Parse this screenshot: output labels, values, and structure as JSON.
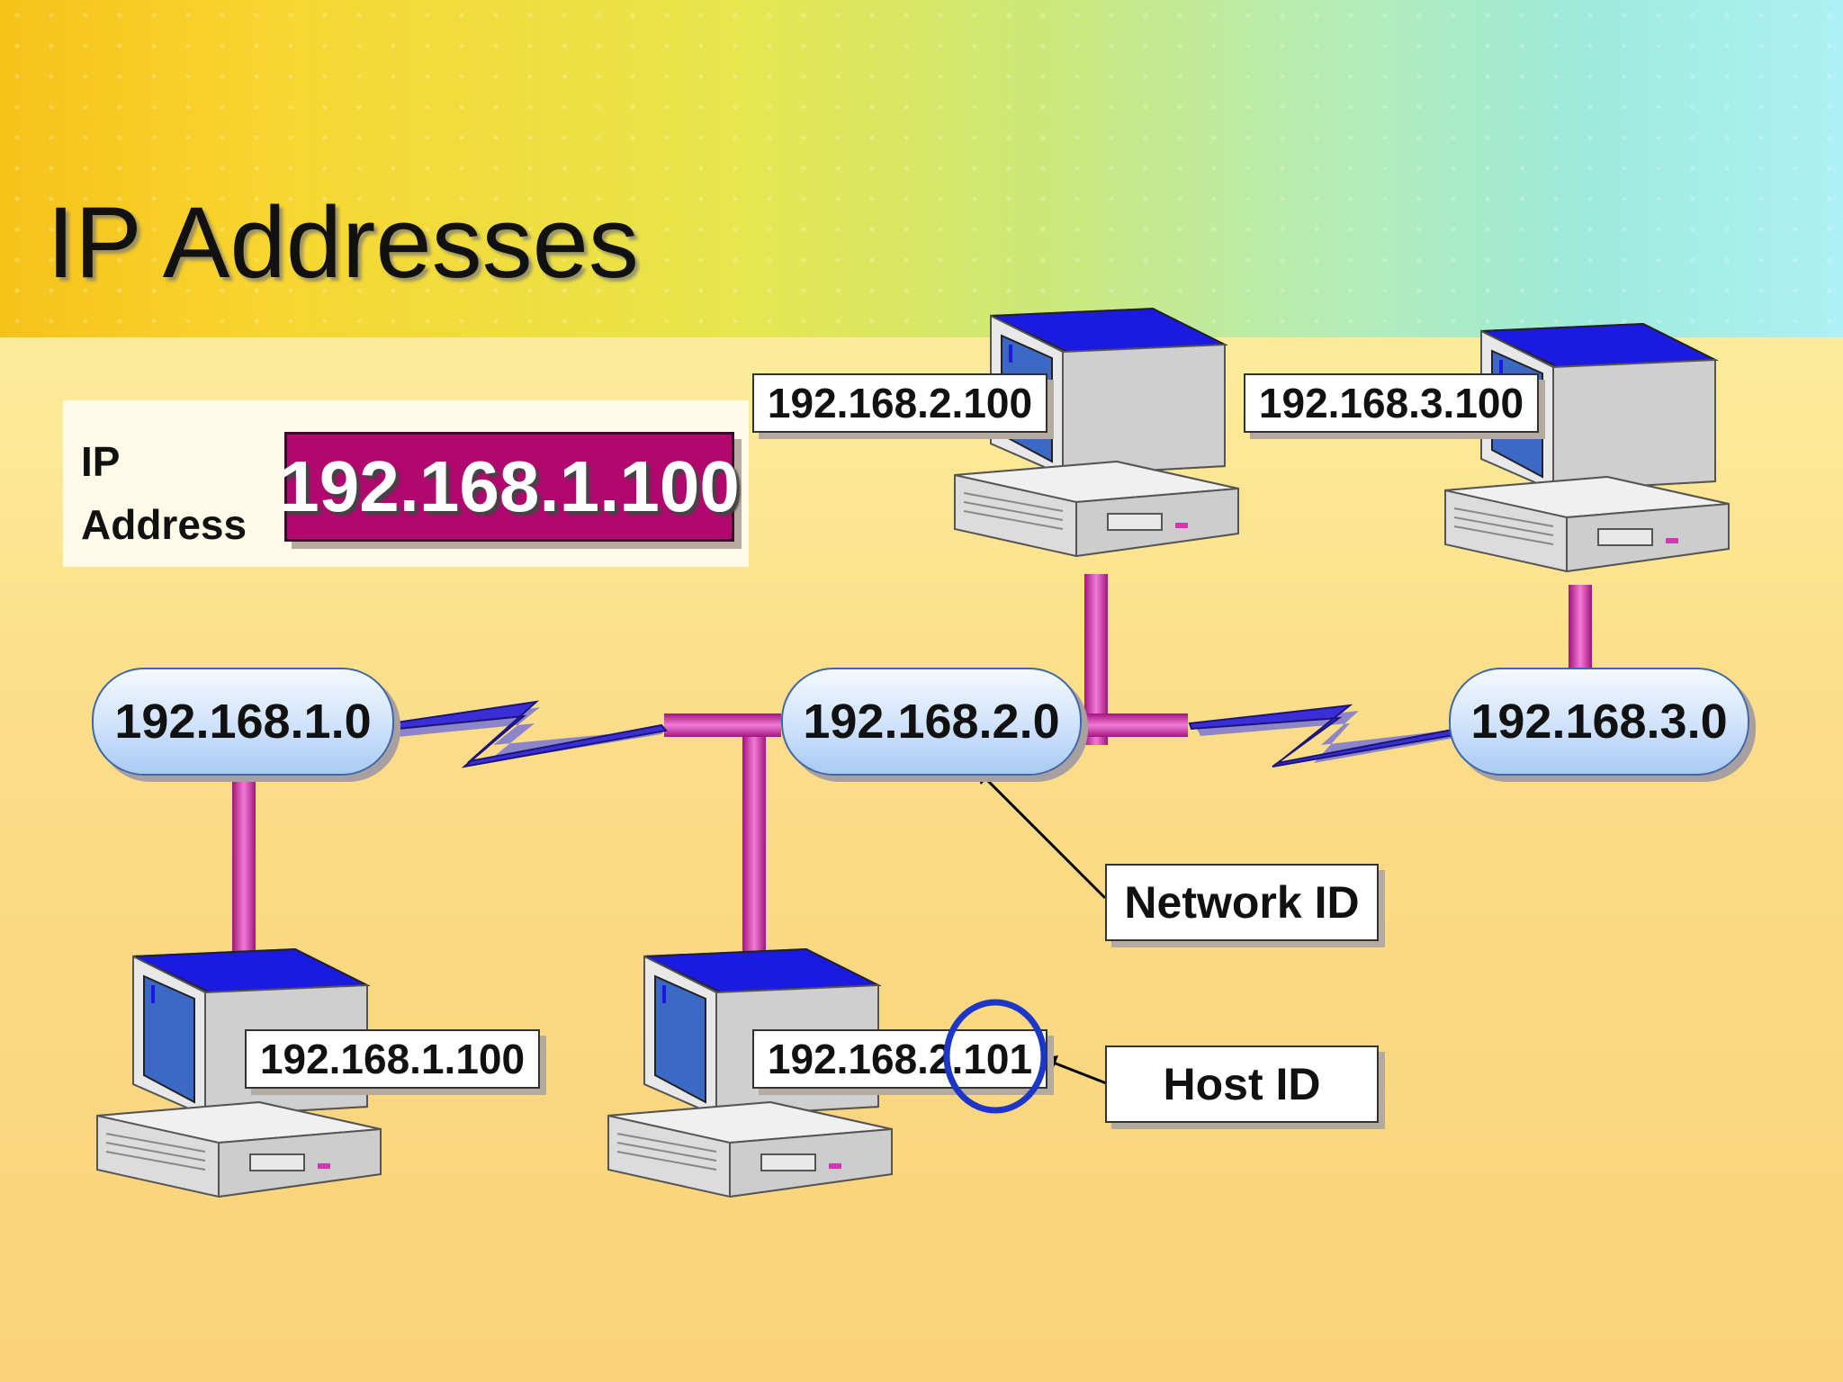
{
  "slide": {
    "title": "IP Addresses",
    "ip_panel": {
      "label": "IP Address",
      "value": "192.168.1.100"
    }
  },
  "networks": [
    {
      "id": "192.168.1.0"
    },
    {
      "id": "192.168.2.0"
    },
    {
      "id": "192.168.3.0"
    }
  ],
  "hosts": [
    {
      "ip": "192.168.2.100"
    },
    {
      "ip": "192.168.3.100"
    },
    {
      "ip": "192.168.1.100"
    },
    {
      "ip": "192.168.2.101"
    }
  ],
  "callouts": {
    "network_id": "Network ID",
    "host_id": "Host ID"
  },
  "colors": {
    "link": "#d637b1",
    "wan_bolt": "#3a2fd6",
    "ip_box": "#b0086e",
    "monitor_top": "#1a1ae0",
    "screen": "#3c68c6",
    "highlight_circle": "#1c36c8"
  },
  "icons": [
    "computer-icon",
    "lightning-link-icon",
    "arrow-icon"
  ]
}
